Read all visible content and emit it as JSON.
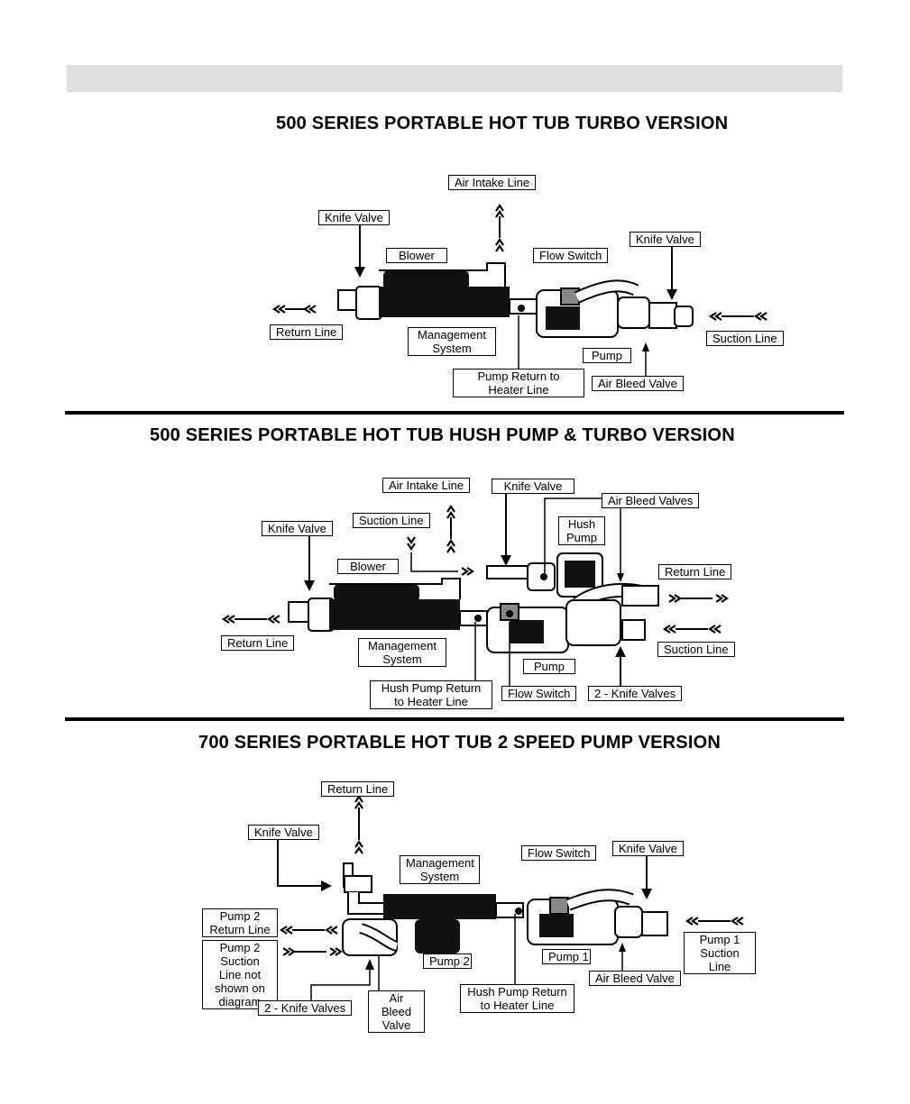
{
  "sections": [
    {
      "title": "500 SERIES PORTABLE HOT TUB TURBO VERSION",
      "labels": {
        "air_intake_line": "Air Intake Line",
        "knife_valve_left": "Knife Valve",
        "blower": "Blower",
        "flow_switch": "Flow Switch",
        "knife_valve_right": "Knife Valve",
        "return_line": "Return Line",
        "management_system": "Management System",
        "pump": "Pump",
        "suction_line": "Suction Line",
        "pump_return_heater": "Pump Return to Heater Line",
        "air_bleed_valve": "Air Bleed Valve"
      }
    },
    {
      "title": "500 SERIES PORTABLE HOT TUB HUSH PUMP & TURBO VERSION",
      "labels": {
        "air_intake_line": "Air Intake Line",
        "knife_valve_top": "Knife Valve",
        "air_bleed_valves": "Air Bleed Valves",
        "suction_line_top": "Suction Line",
        "hush_pump": "Hush Pump",
        "knife_valve_left": "Knife Valve",
        "blower": "Blower",
        "return_line_right": "Return Line",
        "return_line_left": "Return Line",
        "management_system": "Management System",
        "suction_line_right": "Suction Line",
        "pump": "Pump",
        "hush_pump_return_heater": "Hush Pump Return to Heater Line",
        "flow_switch": "Flow Switch",
        "two_knife_valves": "2 - Knife Valves"
      }
    },
    {
      "title": "700 SERIES PORTABLE HOT TUB 2 SPEED PUMP VERSION",
      "labels": {
        "return_line": "Return Line",
        "knife_valve_left": "Knife Valve",
        "management_system": "Management System",
        "flow_switch": "Flow Switch",
        "knife_valve_right": "Knife Valve",
        "pump2_return_line": "Pump 2 Return Line",
        "pump2_suction_line": "Pump 2 Suction Line not shown on diagram",
        "pump1_suction_line": "Pump 1 Suction Line",
        "pump2": "Pump 2",
        "pump1": "Pump 1",
        "air_bleed_valve_right": "Air Bleed Valve",
        "two_knife_valves": "2 - Knife Valves",
        "air_bleed_valve_left": "Air Bleed Valve",
        "hush_pump_return_heater": "Hush Pump Return to Heater Line"
      }
    }
  ]
}
